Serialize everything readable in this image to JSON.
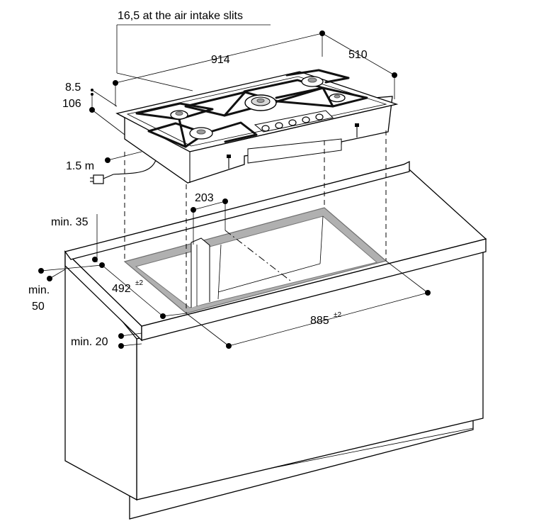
{
  "labels": {
    "intake": "16,5 at the air intake slits",
    "width": "914",
    "depth": "510",
    "thickness_top": "8.5",
    "height": "106",
    "cable": "1.5 m",
    "gas_offset": "203",
    "min_top_edge": "min. 35",
    "min_front_line1": "min.",
    "min_front_line2": "50",
    "cutout_depth": "492",
    "cutout_depth_tol": "±2",
    "cutout_width": "885",
    "cutout_width_tol": "±2",
    "min_below": "min. 20"
  },
  "colors": {
    "line": "#000000",
    "cutout_rim": "#8c8c8c",
    "background": "#ffffff"
  }
}
